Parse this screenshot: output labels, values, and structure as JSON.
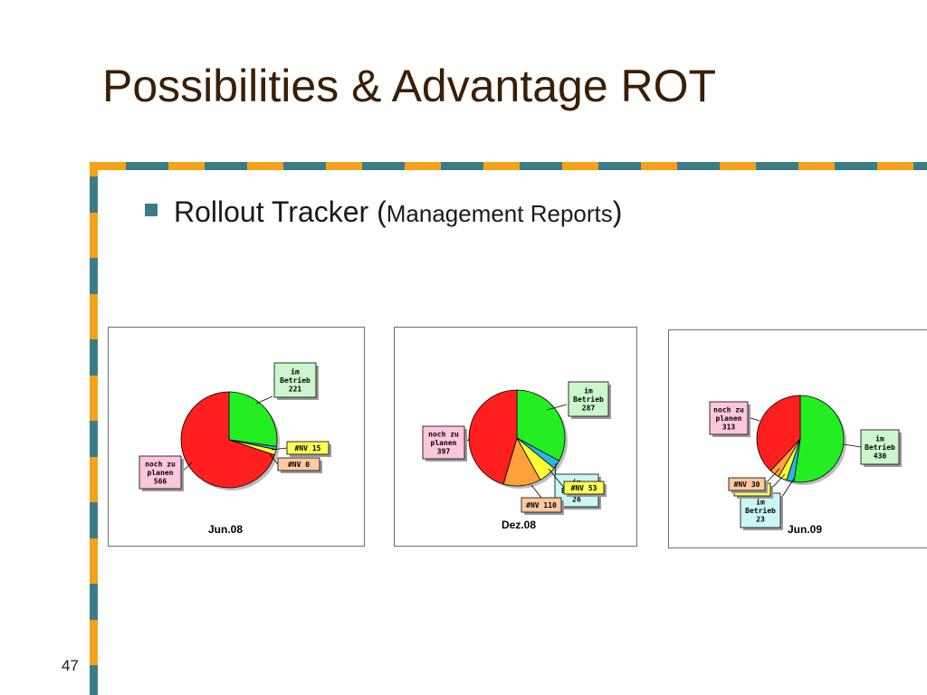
{
  "slide": {
    "title": "Possibilities & Advantage ROT",
    "bullet_main": "Rollout Tracker (",
    "bullet_sub": "Management Reports",
    "bullet_close": ")",
    "page_number": "47"
  },
  "colors": {
    "im_betrieb": "#22ee22",
    "noch_zu_planen": "#ff1f1f",
    "nv_small": "#ffff33",
    "nv_zero": "#ffa03a",
    "blue_slice": "#29b6e6",
    "pink_label": "#ffc6dc",
    "green_label": "#ccf6cc",
    "yellow_label": "#ffff55",
    "orange_label": "#ffc8a0",
    "cyan_label": "#ccf6f6"
  },
  "chart_data": [
    {
      "type": "pie",
      "caption": "Jun.08",
      "slices": [
        {
          "label": "im Betrieb",
          "value": 221,
          "color": "#22ee22",
          "label_bg": "#ccf6cc"
        },
        {
          "label": "",
          "value": 8,
          "color": "#29b6e6",
          "label_bg": ""
        },
        {
          "label": "#NV",
          "value": 15,
          "color": "#ffff33",
          "label_bg": "#ffff55"
        },
        {
          "label": "#NV",
          "value": 0,
          "color": "#ffa03a",
          "label_bg": "#ffc8a0"
        },
        {
          "label": "noch zu planen",
          "value": 566,
          "color": "#ff1f1f",
          "label_bg": "#ffc6dc"
        }
      ]
    },
    {
      "type": "pie",
      "caption": "Dez.08",
      "slices": [
        {
          "label": "im Betrieb",
          "value": 287,
          "color": "#22ee22",
          "label_bg": "#ccf6cc"
        },
        {
          "label": "im Betrieb",
          "value": 26,
          "color": "#29b6e6",
          "label_bg": "#ccf6f6"
        },
        {
          "label": "#NV",
          "value": 53,
          "color": "#ffff33",
          "label_bg": "#ffff55"
        },
        {
          "label": "#NV",
          "value": 110,
          "color": "#ffa03a",
          "label_bg": "#ffc8a0"
        },
        {
          "label": "noch zu planen",
          "value": 397,
          "color": "#ff1f1f",
          "label_bg": "#ffc6dc"
        }
      ]
    },
    {
      "type": "pie",
      "caption": "Jun.09",
      "slices": [
        {
          "label": "im Betrieb",
          "value": 430,
          "color": "#22ee22",
          "label_bg": "#ccf6cc"
        },
        {
          "label": "im Betrieb",
          "value": 23,
          "color": "#29b6e6",
          "label_bg": "#ccf6f6"
        },
        {
          "label": "#NV",
          "value": 26,
          "color": "#ffff33",
          "label_bg": "#ffff55"
        },
        {
          "label": "#NV",
          "value": 30,
          "color": "#ffa03a",
          "label_bg": "#ffc8a0"
        },
        {
          "label": "noch zu planen",
          "value": 313,
          "color": "#ff1f1f",
          "label_bg": "#ffc6dc"
        }
      ]
    }
  ]
}
